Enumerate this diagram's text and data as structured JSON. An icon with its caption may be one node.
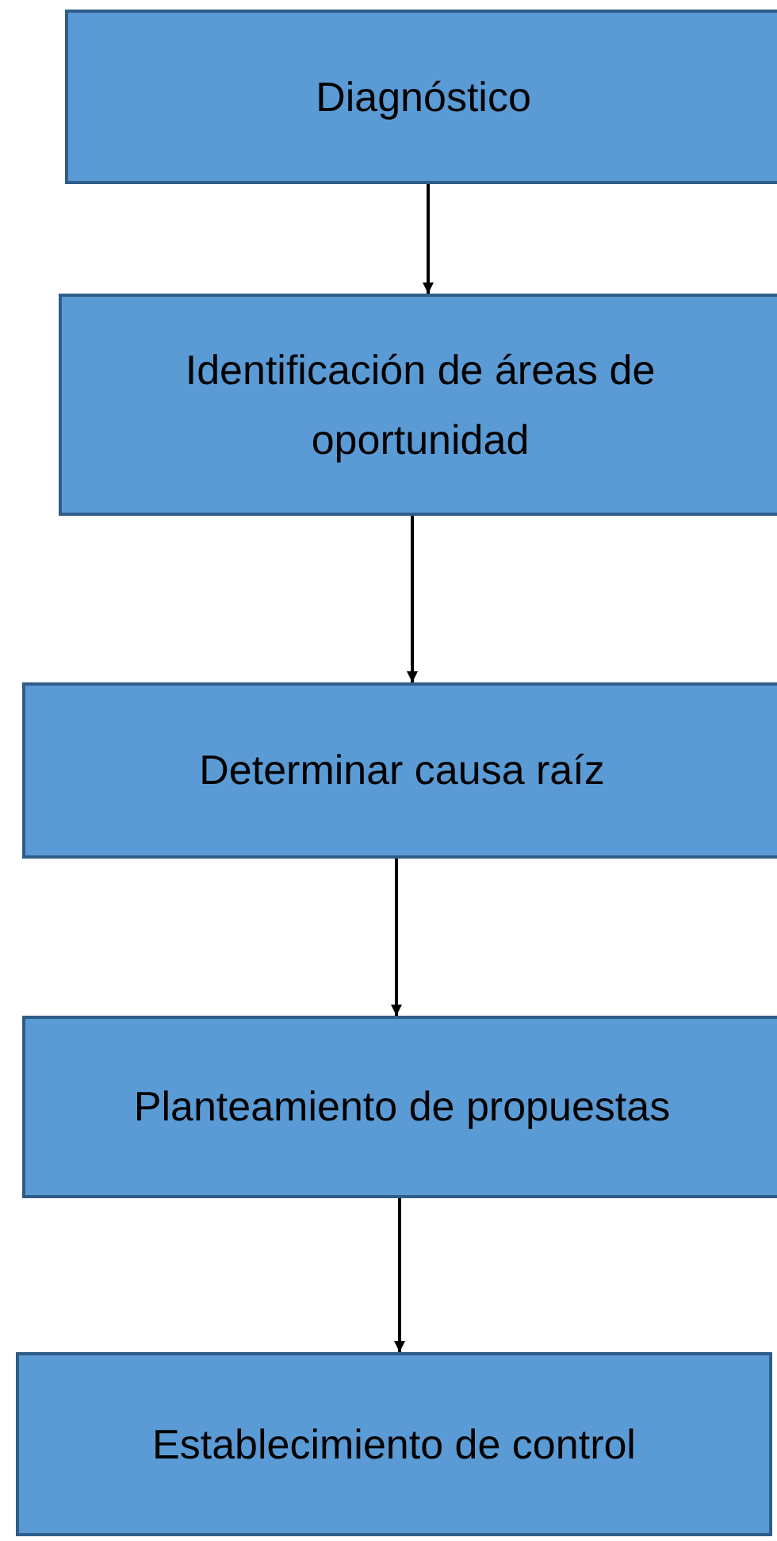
{
  "diagram": {
    "nodes": [
      {
        "text": [
          "Diagnóstico"
        ]
      },
      {
        "text": [
          "Identificación de áreas de oportunidad"
        ]
      },
      {
        "text": [
          "Determinar causa raíz"
        ]
      },
      {
        "text": [
          "Planteamiento de propuestas"
        ]
      },
      {
        "text": [
          "Establecimiento de control"
        ]
      }
    ],
    "edges": [
      {
        "from": 0,
        "to": 1,
        "arrow": "to"
      },
      {
        "from": 1,
        "to": 2,
        "arrow": "to"
      },
      {
        "from": 2,
        "to": 3,
        "arrow": "to"
      },
      {
        "from": 3,
        "to": 4,
        "arrow": "to"
      }
    ]
  }
}
